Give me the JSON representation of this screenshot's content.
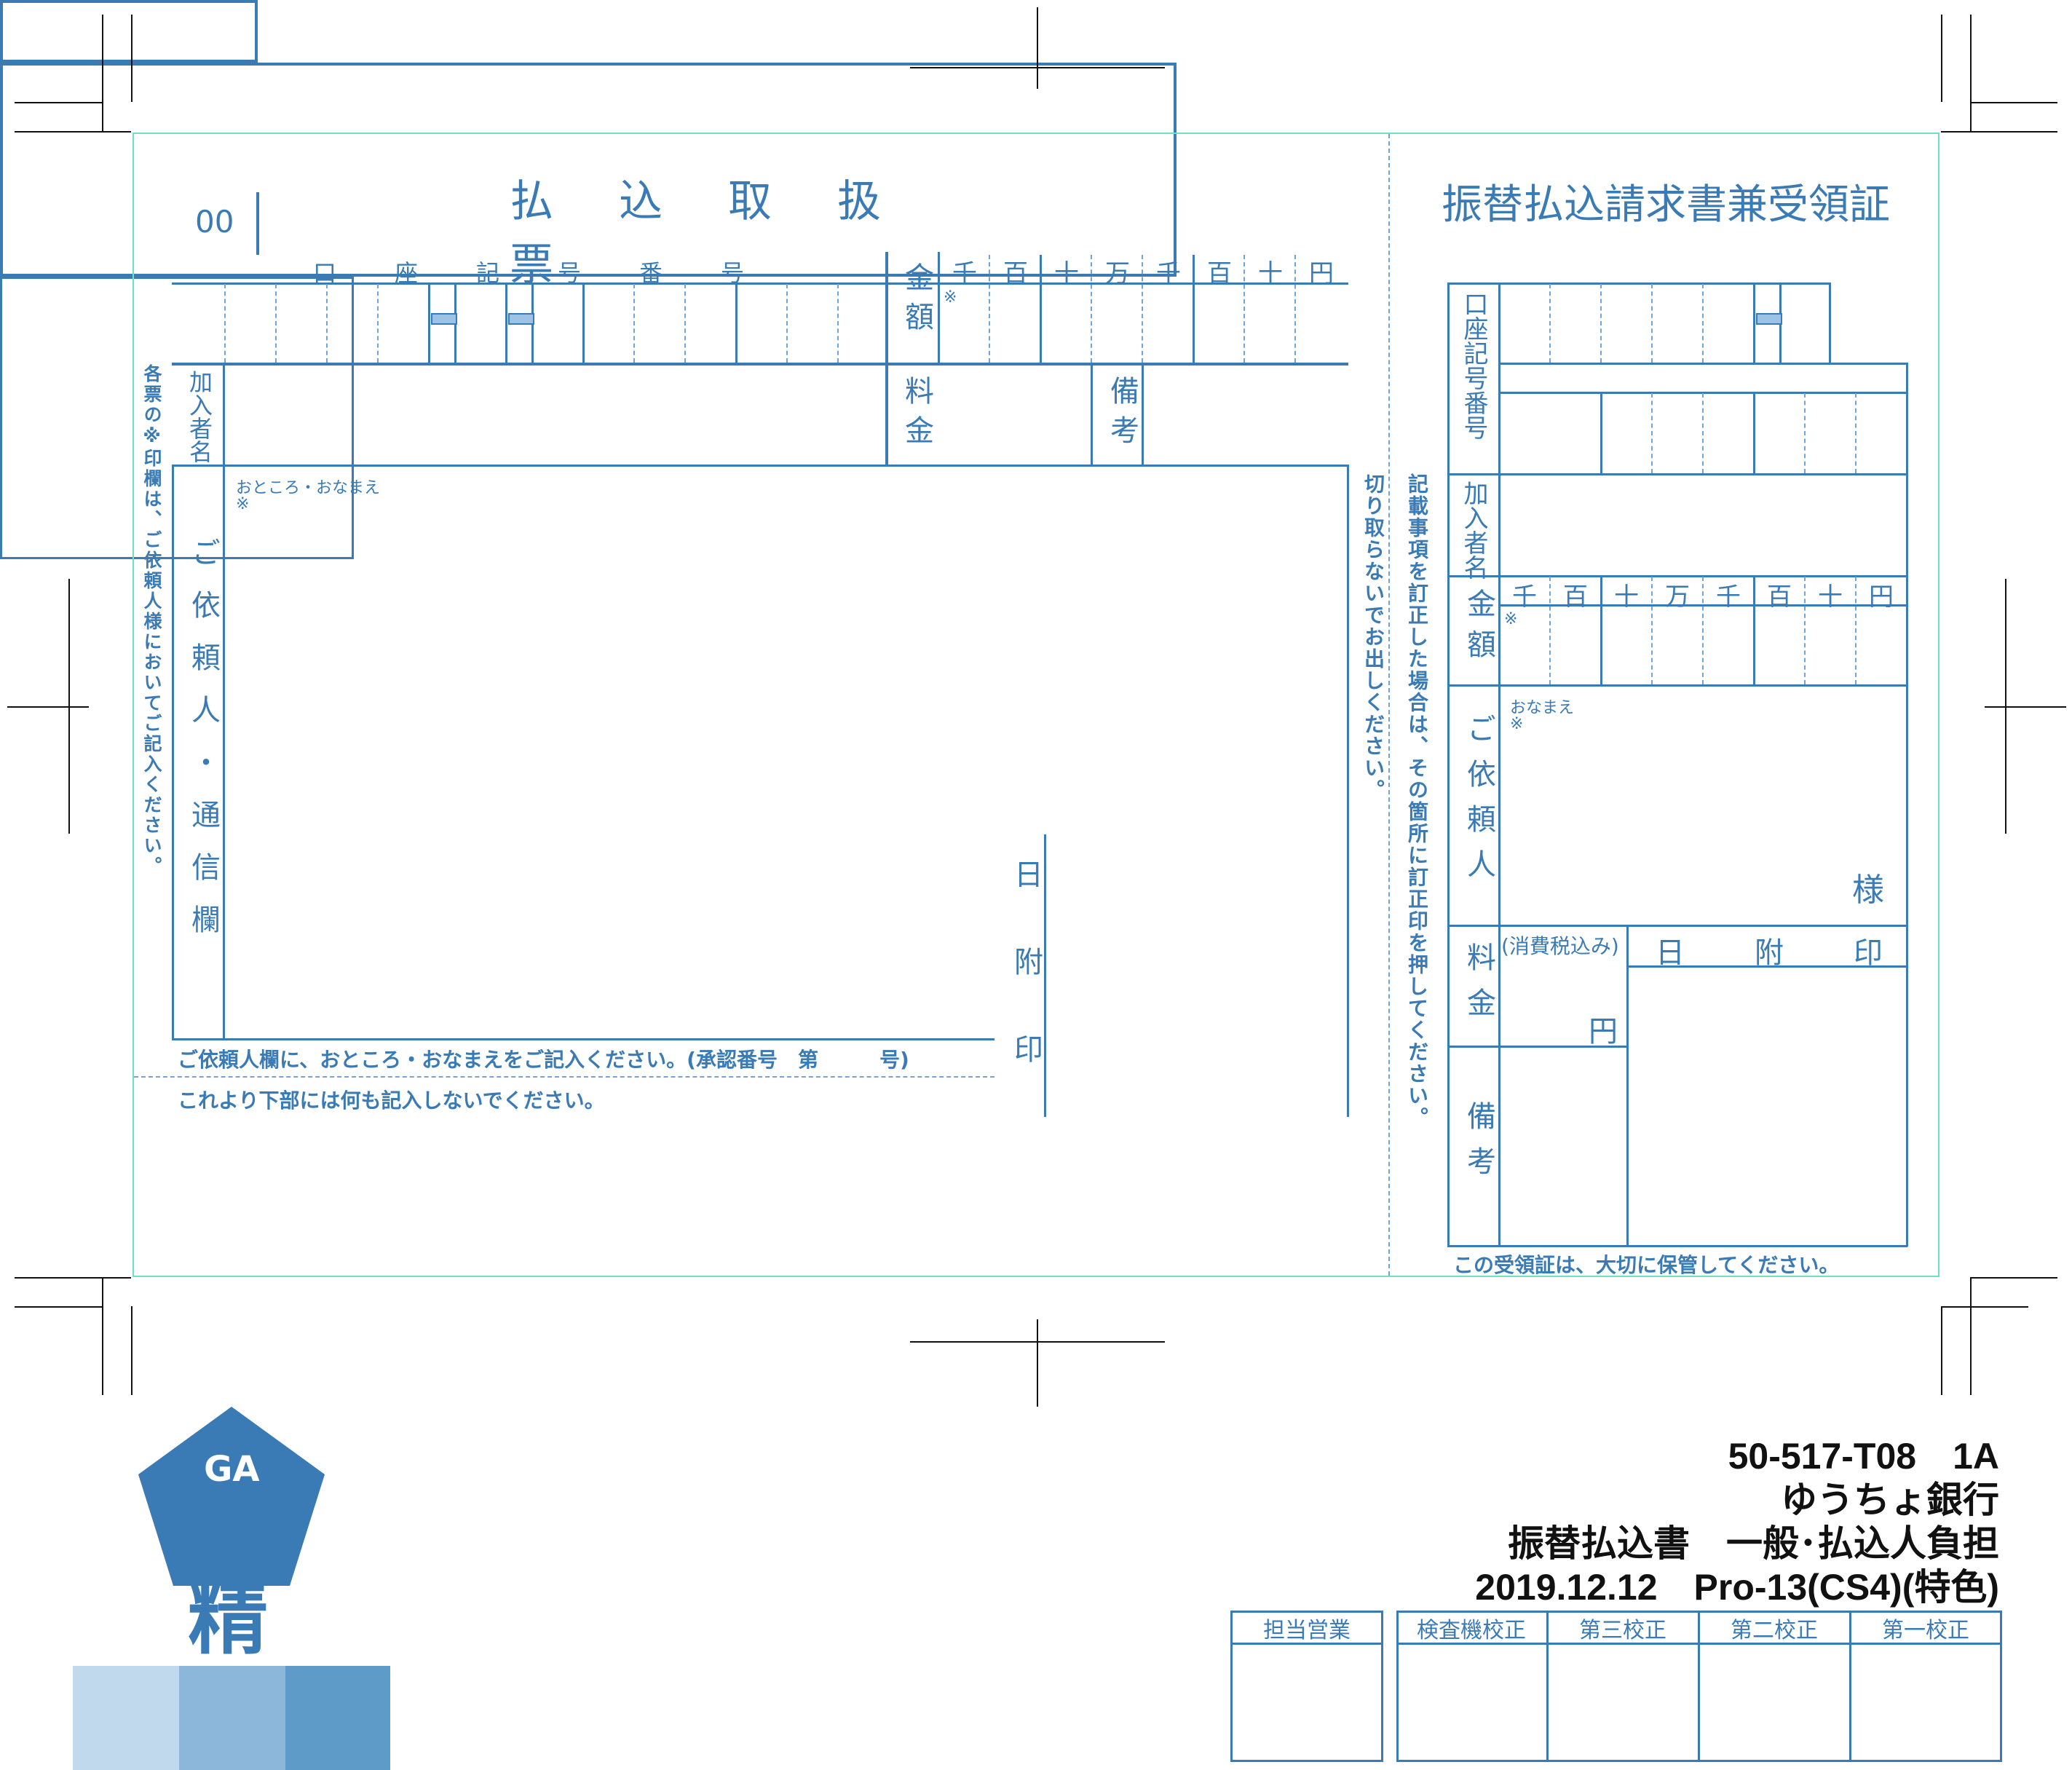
{
  "left": {
    "title": "払込取扱票",
    "code": "00",
    "account_header": "口座記号番号",
    "amount_label": "金額",
    "digits": [
      "千",
      "百",
      "十",
      "万",
      "千",
      "百",
      "十",
      "円"
    ],
    "kome": "※",
    "subscriber_label": "加入者名",
    "fee_label": "料金",
    "remarks_label": "備考",
    "address_hint": "おところ・おなまえ",
    "requester_label": "ご依頼人・通信欄",
    "side_note": "各票の※印欄は、ご依頼人様においてご記入ください。",
    "bottom_note1": "ご依頼人欄に、おところ・おなまえをご記入ください。(承認番号　第　　　号)",
    "bottom_note2": "これより下部には何も記入しないでください。",
    "date_stamp": "日附印"
  },
  "middle": {
    "note_cut": "切り取らないでお出しください。",
    "note_correct": "記載事項を訂正した場合は、その箇所に訂正印を押してください。"
  },
  "right": {
    "title": "振替払込請求書兼受領証",
    "account_label": "口座記号番号",
    "subscriber_label": "加入者名",
    "amount_label": "金額",
    "digits": [
      "千",
      "百",
      "十",
      "万",
      "千",
      "百",
      "十",
      "円"
    ],
    "kome": "※",
    "name_hint": "おなまえ",
    "requester_label": "ご依頼人",
    "sama": "様",
    "fee_label": "料金",
    "tax_note": "(消費税込み)",
    "yen": "円",
    "date_stamp": "日　附　印",
    "remarks_label": "備考",
    "bottom_note": "この受領証は、大切に保管してください。"
  },
  "info": {
    "line1": "50-517-T08　1A",
    "line2": "ゆうちょ銀行",
    "line3": "振替払込書　一般･払込人負担",
    "line4": "2019.12.12　Pro-13(CS4)(特色)"
  },
  "proof": {
    "labels": [
      "担当営業",
      "検査機校正",
      "第三校正",
      "第二校正",
      "第一校正"
    ]
  },
  "badge": {
    "code": "GA",
    "kanji": "精"
  },
  "colors": {
    "form_blue": "#3a7ab5",
    "trim_green": "#6fe0c0",
    "swatches": [
      "#c0d9ec",
      "#8db7da",
      "#5e9bc9"
    ]
  }
}
